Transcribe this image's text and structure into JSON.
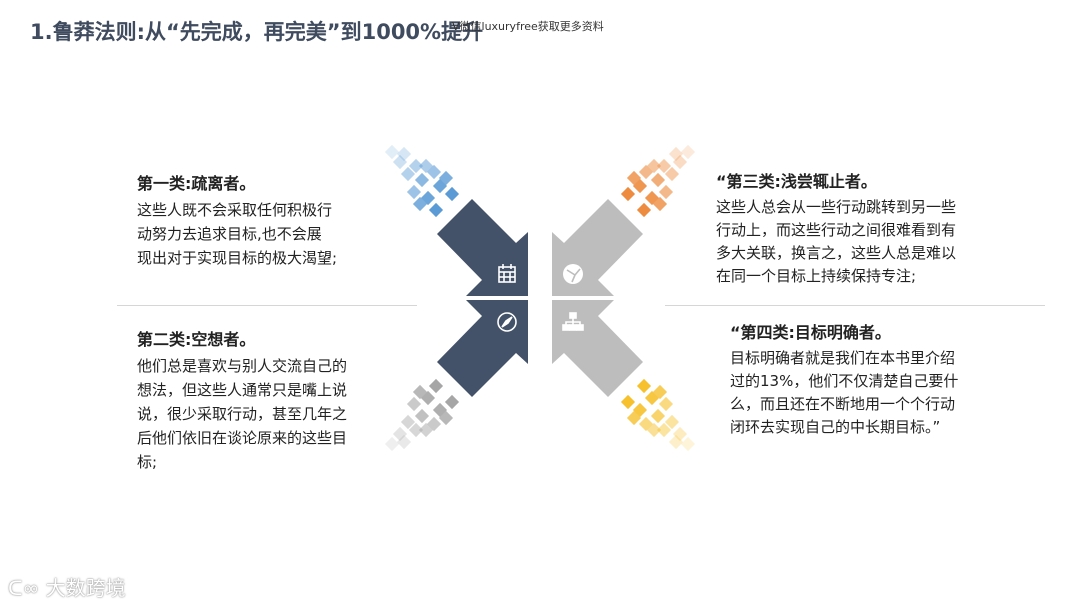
{
  "header": {
    "title": "1.鲁莽法则:从“先完成，再完美”到1000%提升",
    "watermark": "V微信luxuryfree获取更多资料"
  },
  "blocks": [
    {
      "heading": "第一类:疏离者。",
      "lines": [
        "这些人既不会采取任何积极行",
        "动努力去追求目标,也不会展",
        "现出对于实现目标的极大渴望;"
      ]
    },
    {
      "heading": "第二类:空想者。",
      "lines": [
        "他们总是喜欢与别人交流自己的",
        "想法，但这些人通常只是嘴上说",
        "说，很少采取行动，甚至几年之",
        "后他们依旧在谈论原来的这些目",
        "标;"
      ]
    },
    {
      "heading": "“第三类:浅尝辄止者。",
      "lines": [
        "这些人总会从一些行动跳转到另一些",
        "行动上，而这些行动之间很难看到有",
        "多大关联，换言之，这些人总是难以",
        "在同一个目标上持续保持专注;"
      ]
    },
    {
      "heading": "“第四类:目标明确者。",
      "lines": [
        "目标明确者就是我们在本书里介绍",
        "过的13%，他们不仅清楚自己要什",
        "么，而且还在不断地用一个个行动",
        "闭环去实现自己的中长期目标。”"
      ]
    }
  ],
  "diagram": {
    "icons": [
      "calendar-icon",
      "globe-icon",
      "compass-icon",
      "org-chart-icon"
    ],
    "colors": {
      "dark": "#435269",
      "gray": "#bdbdbd",
      "blue": "#5b9bd5",
      "orange": "#ed8b3e",
      "silver": "#a6a6a6",
      "yellow": "#f6c12d"
    }
  },
  "footer": {
    "logo": "大数跨境"
  }
}
